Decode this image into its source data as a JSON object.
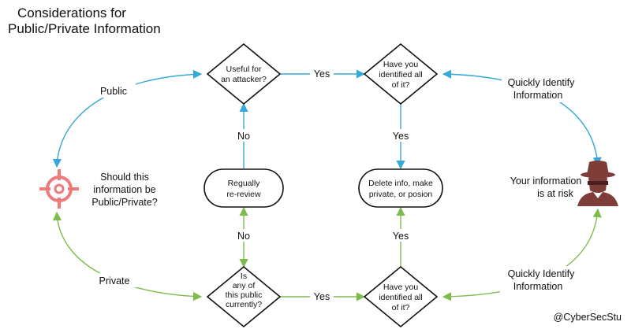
{
  "title": {
    "line1": "Considerations for",
    "line2": "Public/Private Information"
  },
  "center_question": [
    "Should this",
    "information be",
    "Public/Private?"
  ],
  "risk_text": [
    "Your information",
    "is at risk"
  ],
  "nodes": {
    "useful_attacker": [
      "Useful for",
      "an attacker?"
    ],
    "identified_top": [
      "Have you",
      "identified all",
      "of it?"
    ],
    "rereview": [
      "Regually",
      "re-review"
    ],
    "delete_info": [
      "Delete info, make",
      "private, or posion"
    ],
    "public_currently": [
      "Is",
      "any of",
      "this public",
      "currently?"
    ],
    "identified_bottom": [
      "Have you",
      "identified all",
      "of it?"
    ]
  },
  "edge_labels": {
    "public": "Public",
    "private": "Private",
    "yes_top": "Yes",
    "yes_bottom": "Yes",
    "no_top": "No",
    "no_bottom": "No",
    "yes_mid_top": "Yes",
    "yes_mid_bottom": "Yes",
    "quickly_top": [
      "Quickly Identify",
      "Information"
    ],
    "quickly_bottom": [
      "Quickly Identify",
      "Information"
    ]
  },
  "credit": "@CyberSecStu",
  "icons": {
    "target": "crosshair-target-icon",
    "hacker": "hacker-hat-icon"
  },
  "colors": {
    "public_flow": "#35a7d9",
    "private_flow": "#7dbb4b",
    "target": "#ef7a7a",
    "hacker": "#7f3d3a"
  }
}
